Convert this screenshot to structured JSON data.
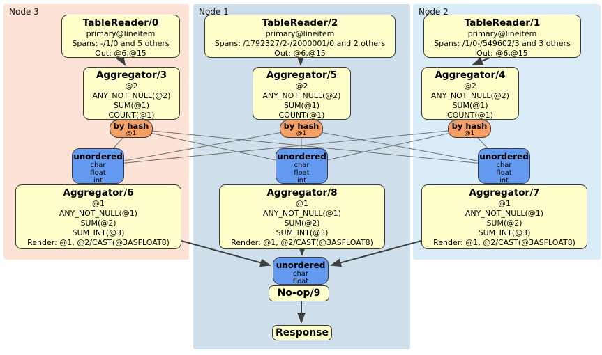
{
  "node3": {
    "label": "Node 3",
    "tablereader": {
      "title": "TableReader/0",
      "lines": [
        "primary@lineitem",
        "Spans: -/1/0 and 5 others",
        "Out: @6,@15"
      ]
    },
    "aggregator_upper": {
      "title": "Aggregator/3",
      "lines": [
        "@2",
        "ANY_NOT_NULL(@2)",
        "SUM(@1)",
        "COUNT(@1)"
      ]
    },
    "router": {
      "title": "by hash",
      "sub": "@1"
    },
    "sync": {
      "title": "unordered",
      "lines": [
        "char",
        "float",
        "int"
      ]
    },
    "aggregator_lower": {
      "title": "Aggregator/6",
      "lines": [
        "@1",
        "ANY_NOT_NULL(@1)",
        "SUM(@2)",
        "SUM_INT(@3)",
        "Render: @1, @2/CAST(@3ASFLOAT8)"
      ]
    }
  },
  "node1": {
    "label": "Node 1",
    "tablereader": {
      "title": "TableReader/2",
      "lines": [
        "primary@lineitem",
        "Spans: /1792327/2-/2000001/0 and 2 others",
        "Out: @6,@15"
      ]
    },
    "aggregator_upper": {
      "title": "Aggregator/5",
      "lines": [
        "@2",
        "ANY_NOT_NULL(@2)",
        "SUM(@1)",
        "COUNT(@1)"
      ]
    },
    "router": {
      "title": "by hash",
      "sub": "@1"
    },
    "sync": {
      "title": "unordered",
      "lines": [
        "char",
        "float",
        "int"
      ]
    },
    "aggregator_lower": {
      "title": "Aggregator/8",
      "lines": [
        "@1",
        "ANY_NOT_NULL(@1)",
        "SUM(@2)",
        "SUM_INT(@3)",
        "Render: @1, @2/CAST(@3ASFLOAT8)"
      ]
    },
    "final_sync": {
      "title": "unordered",
      "lines": [
        "char",
        "float"
      ]
    },
    "noop": {
      "title": "No-op/9"
    },
    "response": {
      "title": "Response"
    }
  },
  "node2": {
    "label": "Node 2",
    "tablereader": {
      "title": "TableReader/1",
      "lines": [
        "primary@lineitem",
        "Spans: /1/0-/549602/3 and 3 others",
        "Out: @6,@15"
      ]
    },
    "aggregator_upper": {
      "title": "Aggregator/4",
      "lines": [
        "@2",
        "ANY_NOT_NULL(@2)",
        "SUM(@1)",
        "COUNT(@1)"
      ]
    },
    "router": {
      "title": "by hash",
      "sub": "@1"
    },
    "sync": {
      "title": "unordered",
      "lines": [
        "char",
        "float",
        "int"
      ]
    },
    "aggregator_lower": {
      "title": "Aggregator/7",
      "lines": [
        "@1",
        "ANY_NOT_NULL(@1)",
        "SUM(@2)",
        "SUM_INT(@3)",
        "Render: @1, @2/CAST(@3ASFLOAT8)"
      ]
    }
  },
  "colors": {
    "node3_bg": "#fde2d6",
    "node1_bg": "#cfe0ec",
    "node2_bg": "#d9ecf8",
    "processor_fill": "#ffffcc",
    "border": "#3b3b3b",
    "router_fill": "#f59e66",
    "sync_fill": "#639af0",
    "edge_thin": "#6f6f6f",
    "edge_thick": "#3f3f3f"
  }
}
